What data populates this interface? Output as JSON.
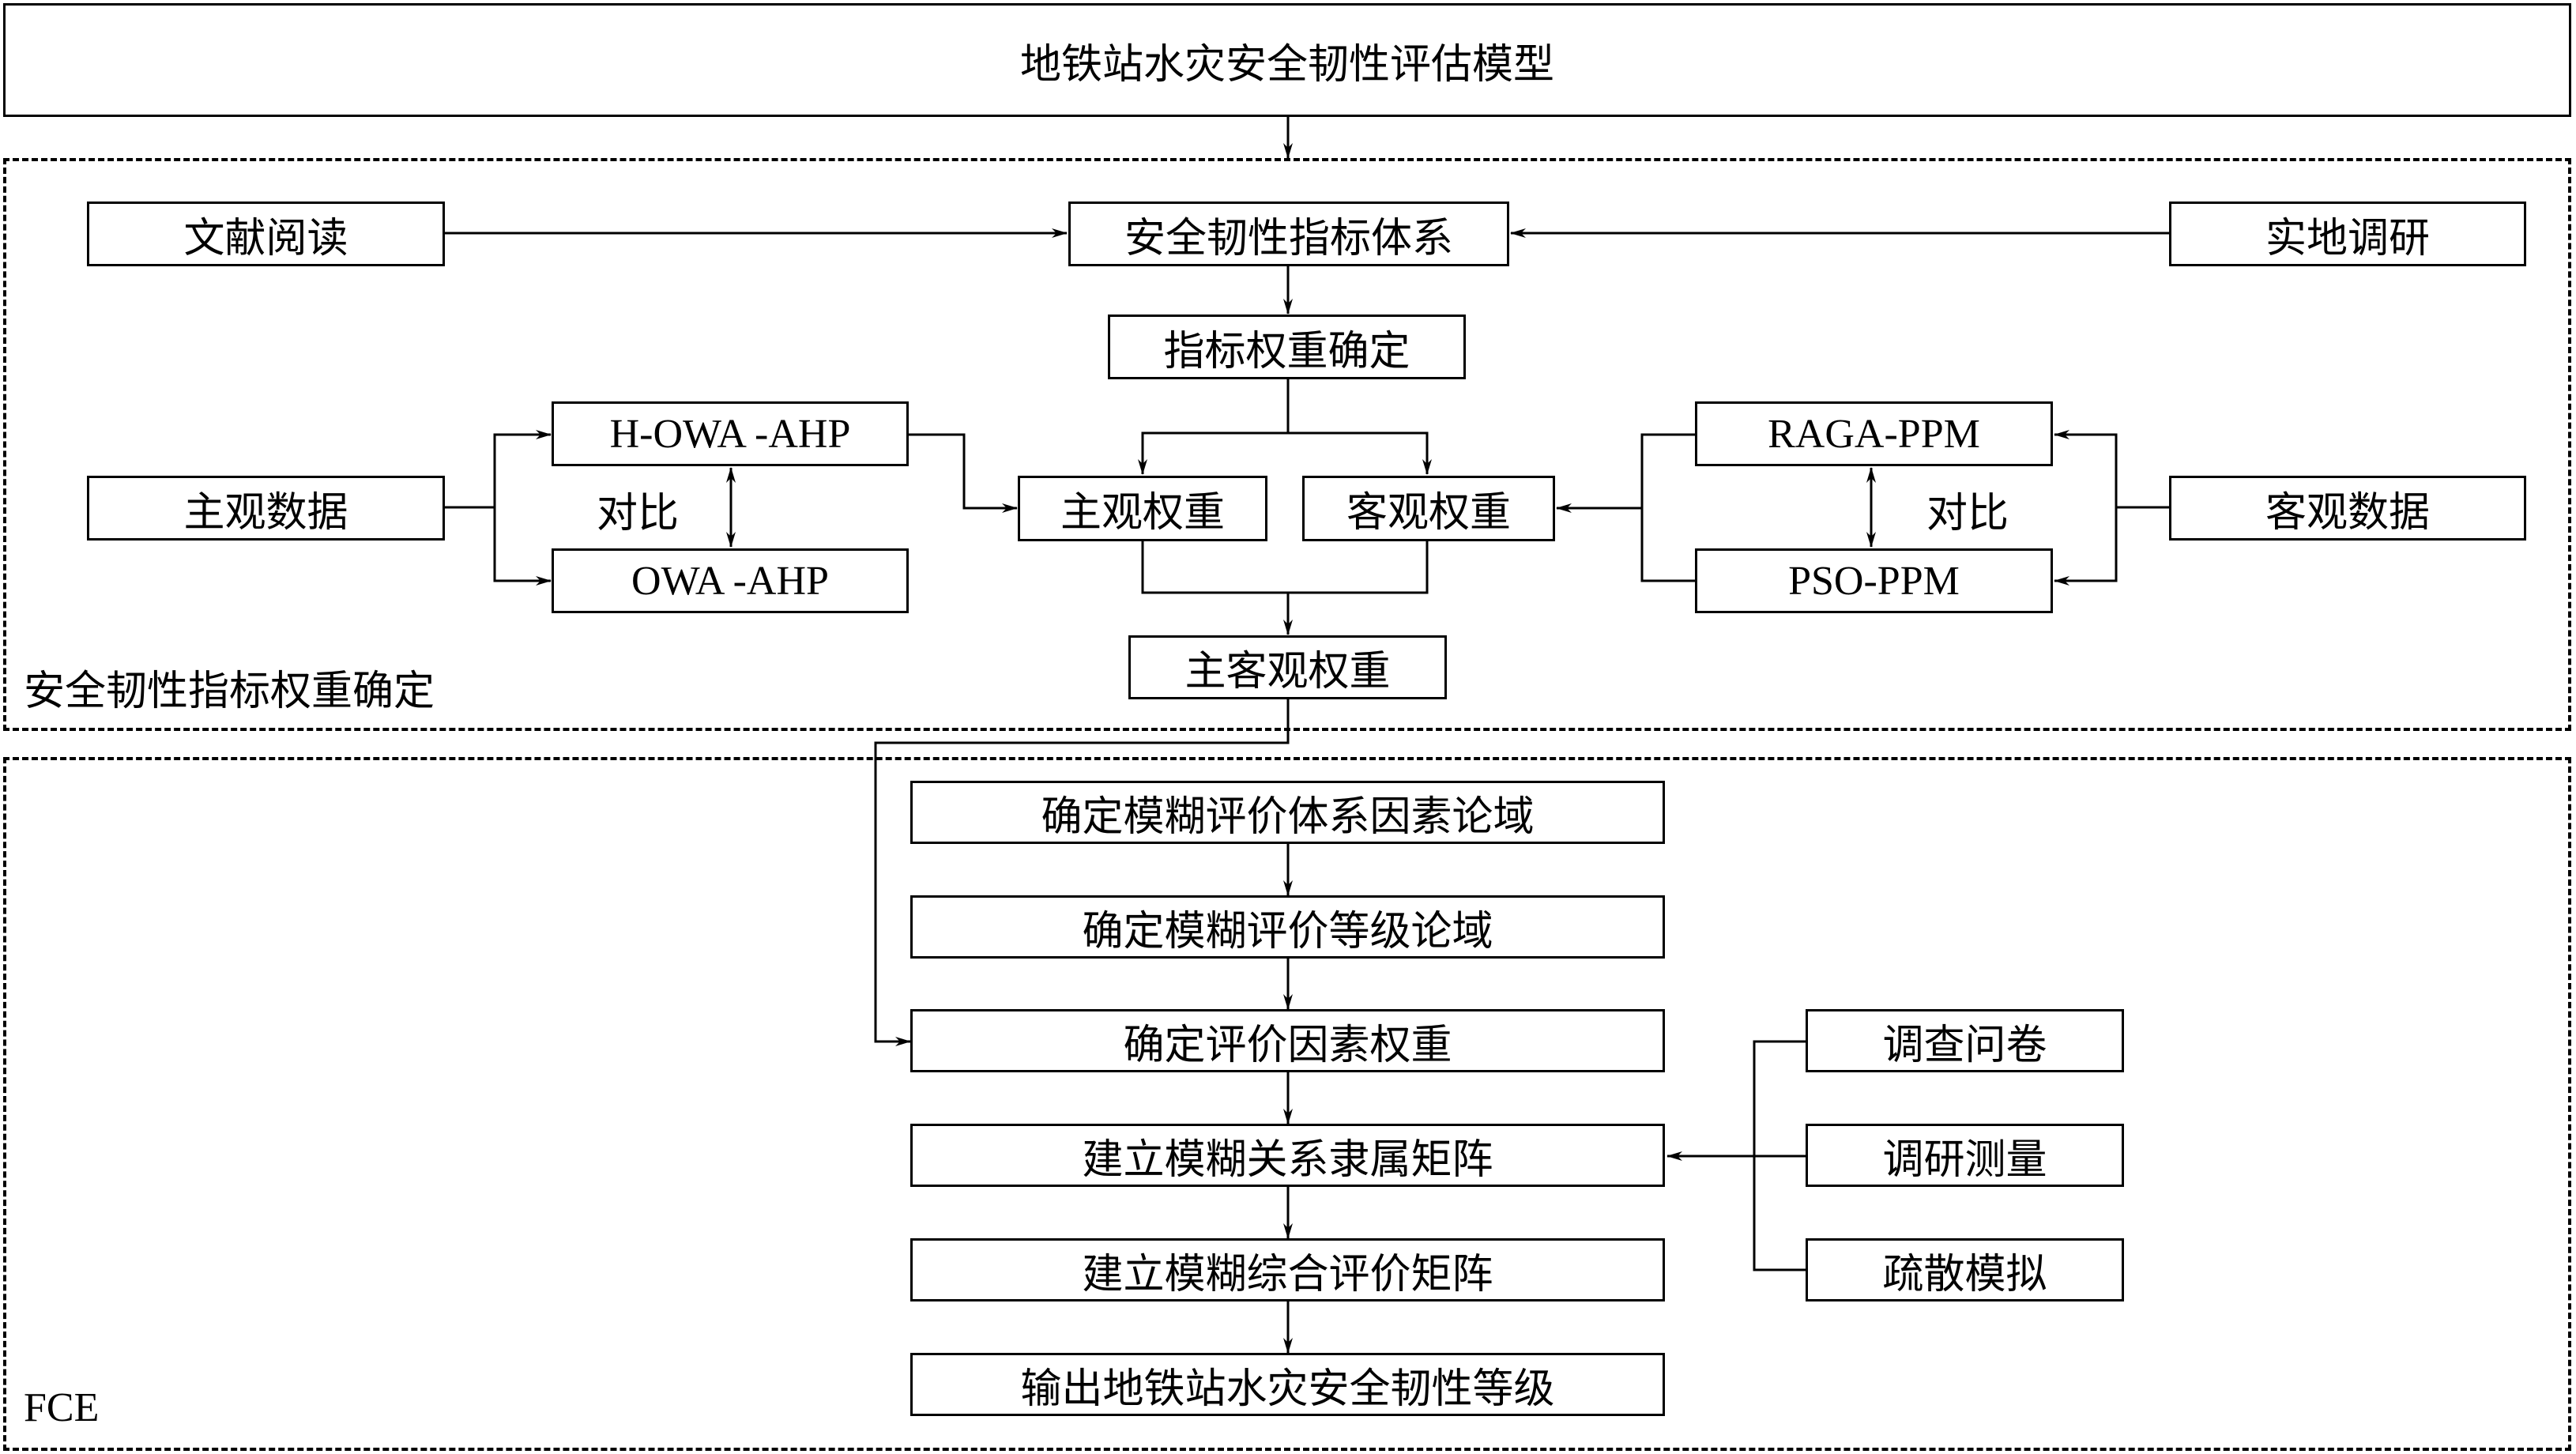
{
  "title": "地铁站水灾安全韧性评估模型",
  "weight_section": {
    "label": "安全韧性指标权重确定",
    "literature": "文献阅读",
    "field_survey": "实地调研",
    "index_system": "安全韧性指标体系",
    "weight_determination": "指标权重确定",
    "subjective_data": "主观数据",
    "h_owa_ahp": "H-OWA -AHP",
    "owa_ahp": "OWA -AHP",
    "compare_left": "对比",
    "subjective_weight": "主观权重",
    "objective_weight": "客观权重",
    "raga_ppm": "RAGA-PPM",
    "pso_ppm": "PSO-PPM",
    "compare_right": "对比",
    "objective_data": "客观数据",
    "combined_weight": "主客观权重"
  },
  "fce_section": {
    "label": "FCE",
    "steps": [
      "确定模糊评价体系因素论域",
      "确定模糊评价等级论域",
      "确定评价因素权重",
      "建立模糊关系隶属矩阵",
      "建立模糊综合评价矩阵",
      "输出地铁站水灾安全韧性等级"
    ],
    "sources": [
      "调查问卷",
      "调研测量",
      "疏散模拟"
    ]
  }
}
